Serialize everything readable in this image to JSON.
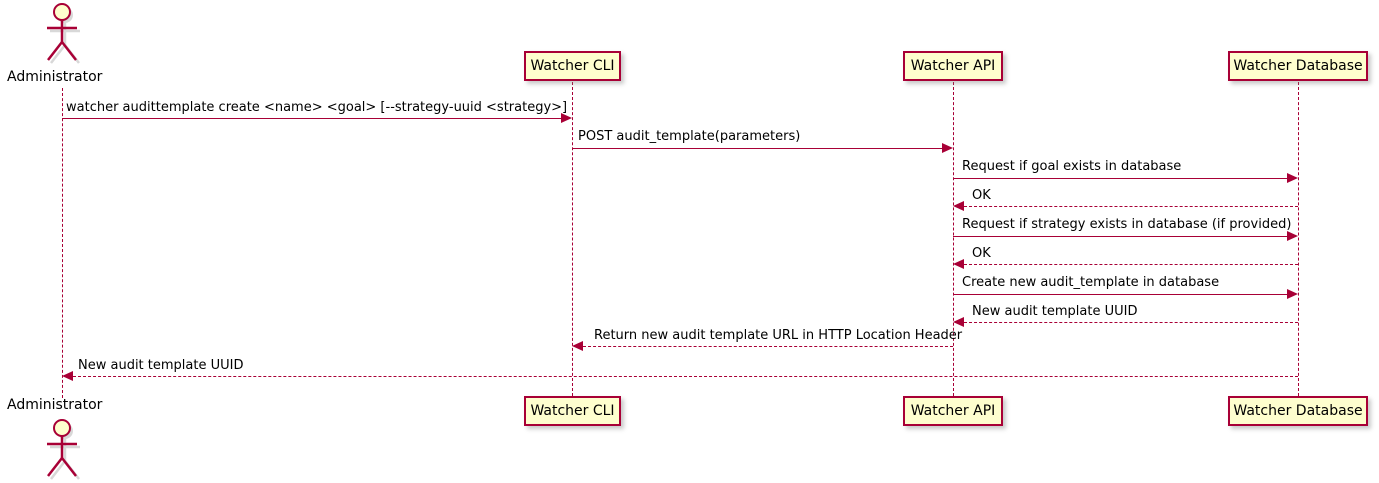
{
  "diagram": {
    "type": "sequence-diagram",
    "colors": {
      "line": "#A80036",
      "box_fill": "#FEFECE",
      "text": "#000000",
      "actor_head_fill": "#FEFECE",
      "background": "#FFFFFF"
    },
    "participants": [
      {
        "id": "administrator",
        "label": "Administrator",
        "kind": "actor"
      },
      {
        "id": "watcher-cli",
        "label": "Watcher CLI",
        "kind": "participant"
      },
      {
        "id": "watcher-api",
        "label": "Watcher API",
        "kind": "participant"
      },
      {
        "id": "watcher-database",
        "label": "Watcher Database",
        "kind": "participant"
      }
    ],
    "messages": [
      {
        "index": 1,
        "label": "watcher audittemplate create <name> <goal> [--strategy-uuid <strategy>]",
        "from": "administrator",
        "to": "watcher-cli",
        "style": "solid",
        "direction": "right"
      },
      {
        "index": 2,
        "label": "POST audit_template(parameters)",
        "from": "watcher-cli",
        "to": "watcher-api",
        "style": "solid",
        "direction": "right"
      },
      {
        "index": 3,
        "label": "Request if goal exists in database",
        "from": "watcher-api",
        "to": "watcher-database",
        "style": "solid",
        "direction": "right"
      },
      {
        "index": 4,
        "label": "OK",
        "from": "watcher-database",
        "to": "watcher-api",
        "style": "dotted",
        "direction": "left"
      },
      {
        "index": 5,
        "label": "Request if strategy exists in database (if provided)",
        "from": "watcher-api",
        "to": "watcher-database",
        "style": "solid",
        "direction": "right"
      },
      {
        "index": 6,
        "label": "OK",
        "from": "watcher-database",
        "to": "watcher-api",
        "style": "dotted",
        "direction": "left"
      },
      {
        "index": 7,
        "label": "Create new audit_template in database",
        "from": "watcher-api",
        "to": "watcher-database",
        "style": "solid",
        "direction": "right"
      },
      {
        "index": 8,
        "label": "New audit template UUID",
        "from": "watcher-database",
        "to": "watcher-api",
        "style": "dotted",
        "direction": "left"
      },
      {
        "index": 9,
        "label": "Return new audit template URL in HTTP Location Header",
        "from": "watcher-api",
        "to": "watcher-cli",
        "style": "dotted",
        "direction": "left"
      },
      {
        "index": 10,
        "label": "New audit template UUID",
        "from": "watcher-cli",
        "to": "administrator",
        "style": "dotted",
        "direction": "left"
      }
    ]
  }
}
